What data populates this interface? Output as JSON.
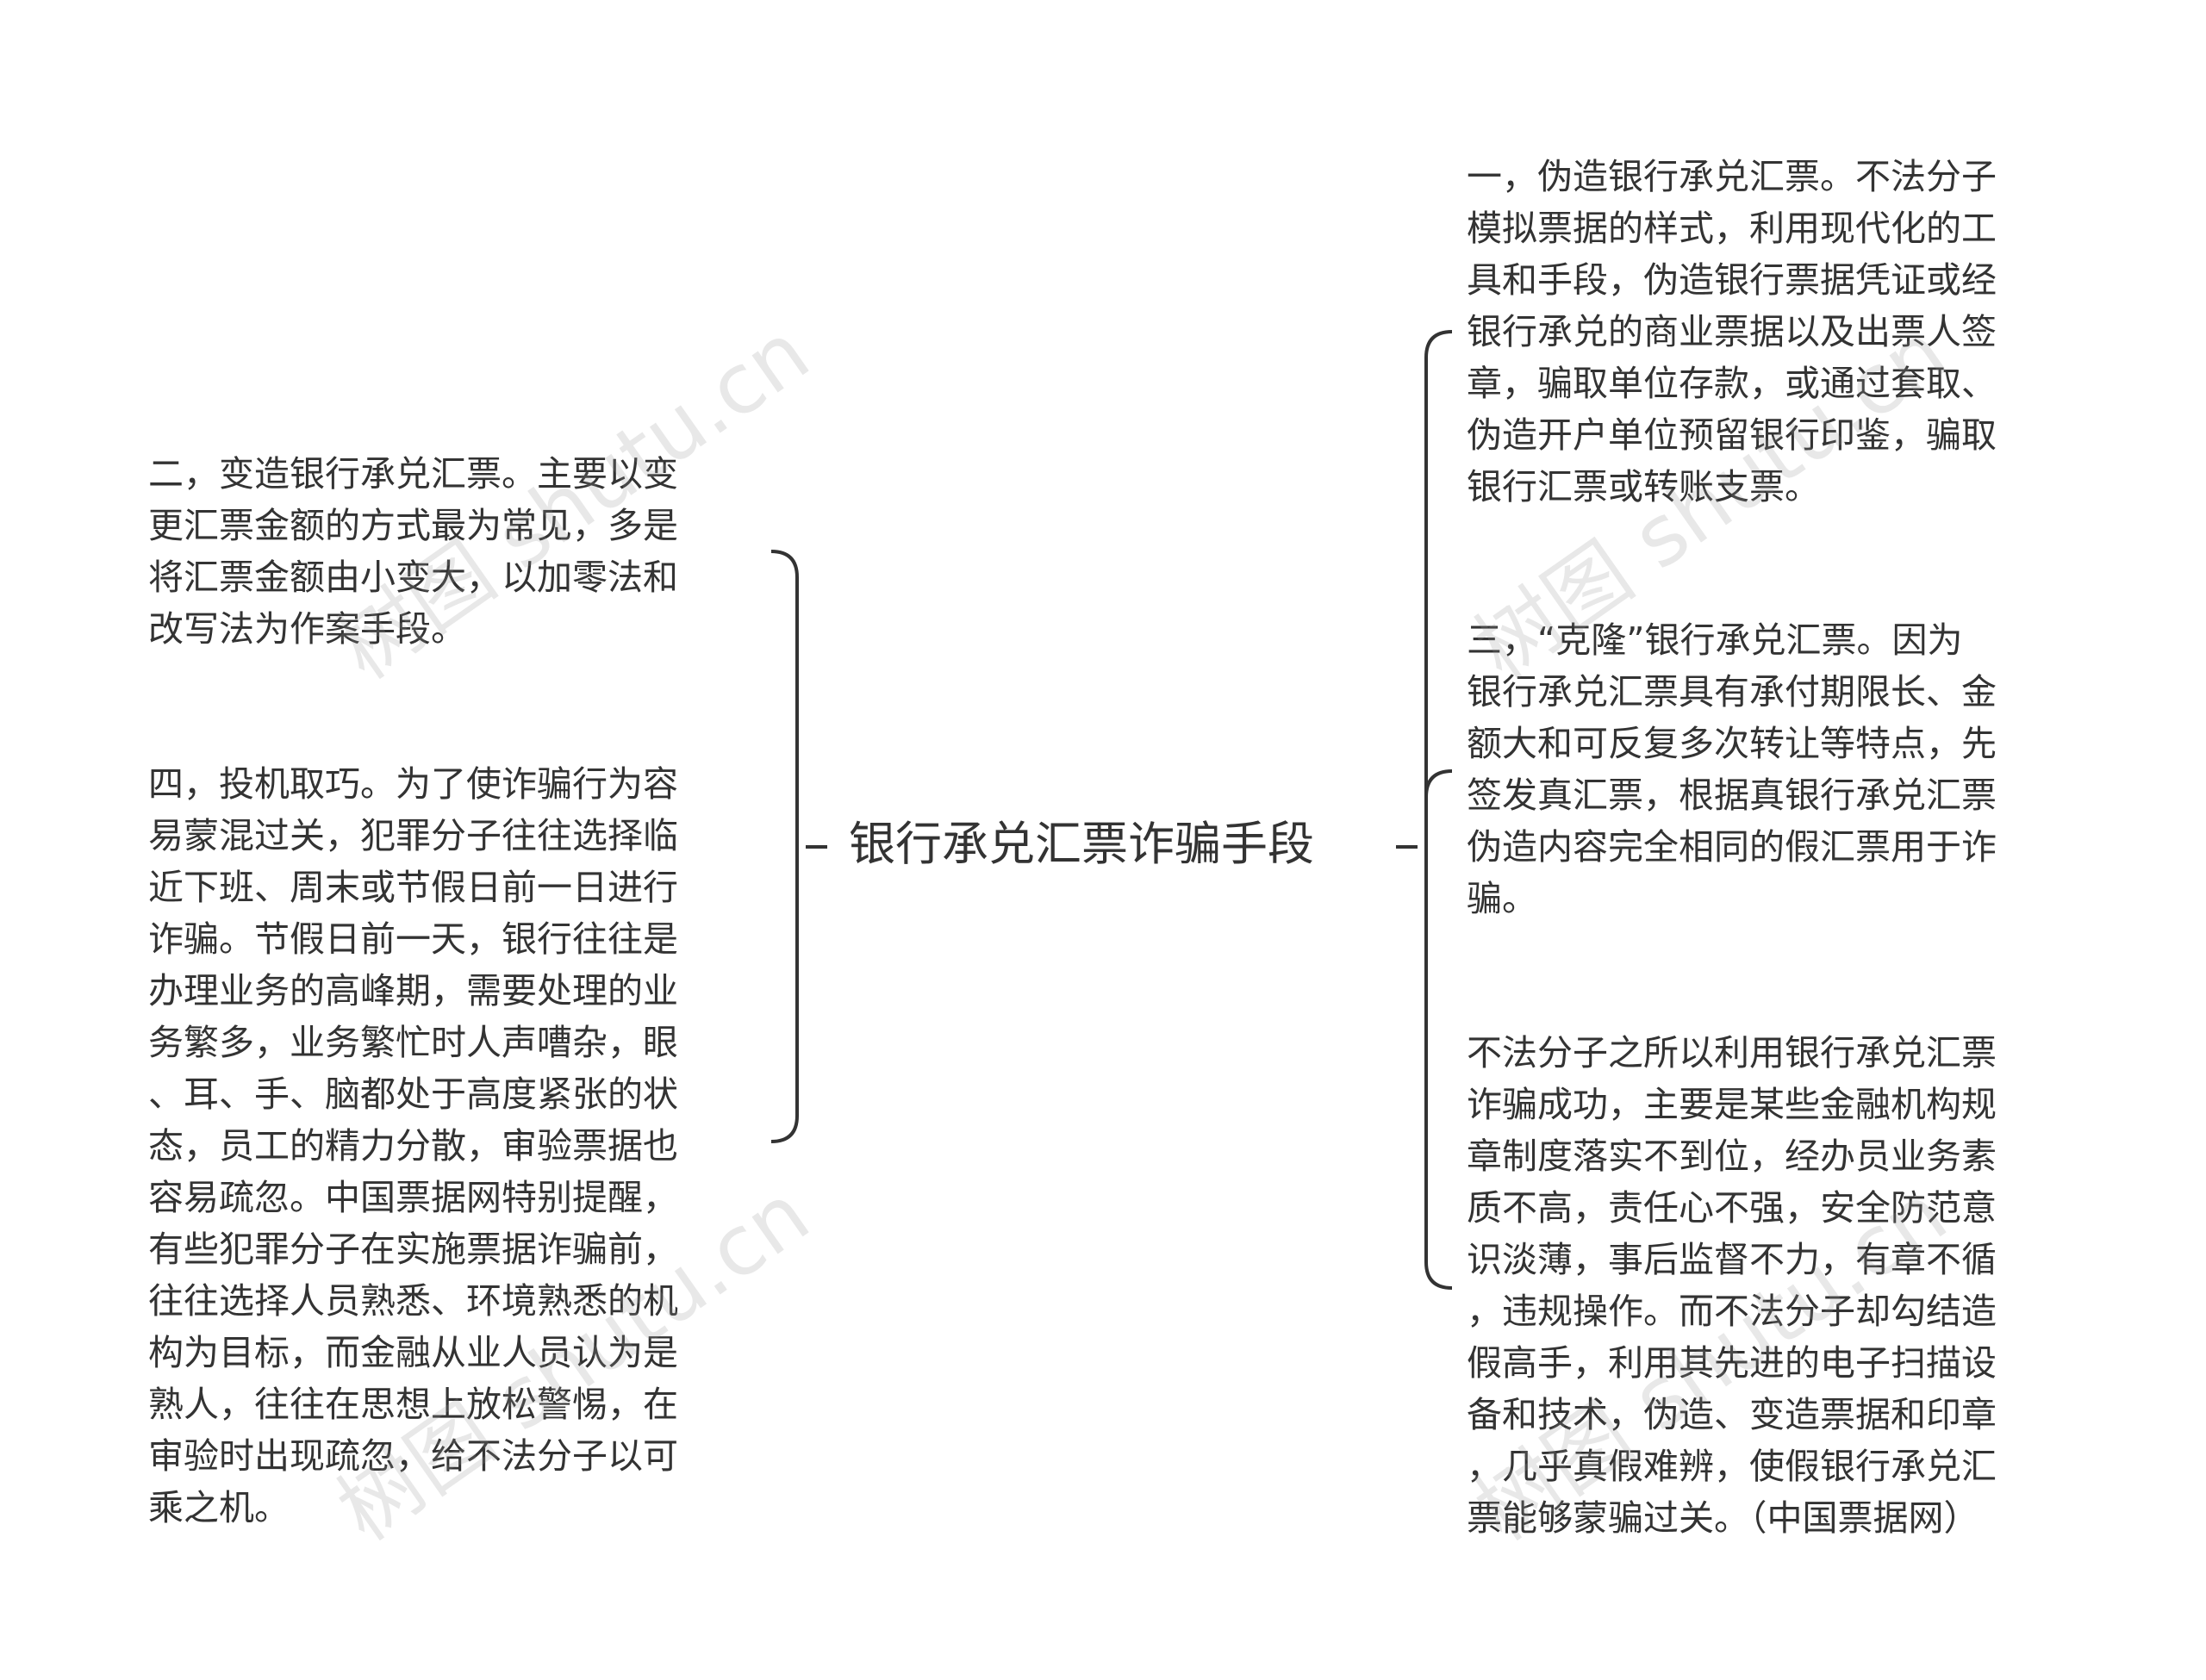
{
  "central_topic": "银行承兑汇票诈骗手段",
  "left_nodes": [
    {
      "text": "二，变造银行承兑汇票。主要以变\n更汇票金额的方式最为常见，多是\n将汇票金额由小变大，以加零法和\n改写法为作案手段。"
    },
    {
      "text": "四，投机取巧。为了使诈骗行为容\n易蒙混过关，犯罪分子往往选择临\n近下班、周末或节假日前一日进行\n诈骗。节假日前一天，银行往往是\n办理业务的高峰期，需要处理的业\n务繁多，业务繁忙时人声嘈杂，眼\n、耳、手、脑都处于高度紧张的状\n态，员工的精力分散，审验票据也\n容易疏忽。中国票据网特别提醒，\n有些犯罪分子在实施票据诈骗前，\n往往选择人员熟悉、环境熟悉的机\n构为目标，而金融从业人员认为是\n熟人，往往在思想上放松警惕，在\n审验时出现疏忽，给不法分子以可\n乘之机。"
    }
  ],
  "right_nodes": [
    {
      "text": "一，伪造银行承兑汇票。不法分子\n模拟票据的样式，利用现代化的工\n具和手段，伪造银行票据凭证或经\n银行承兑的商业票据以及出票人签\n章，骗取单位存款，或通过套取、\n伪造开户单位预留银行印鉴，骗取\n银行汇票或转账支票。"
    },
    {
      "text": "三，“克隆”银行承兑汇票。因为\n银行承兑汇票具有承付期限长、金\n额大和可反复多次转让等特点，先\n签发真汇票，根据真银行承兑汇票\n伪造内容完全相同的假汇票用于诈\n骗。"
    },
    {
      "text": "不法分子之所以利用银行承兑汇票\n诈骗成功，主要是某些金融机构规\n章制度落实不到位，经办员业务素\n质不高，责任心不强，安全防范意\n识淡薄，事后监督不力，有章不循\n，违规操作。而不法分子却勾结造\n假高手，利用其先进的电子扫描设\n备和技术，伪造、变造票据和印章\n，几乎真假难辨，使假银行承兑汇\n票能够蒙骗过关。（中国票据网）"
    }
  ],
  "watermarks": [
    "树图 shutu.cn",
    "树图 shutu.cn",
    "树图 shutu.cn",
    "树图 shutu.cn"
  ],
  "colors": {
    "line": "#333333",
    "text": "#333333",
    "background": "#ffffff"
  }
}
